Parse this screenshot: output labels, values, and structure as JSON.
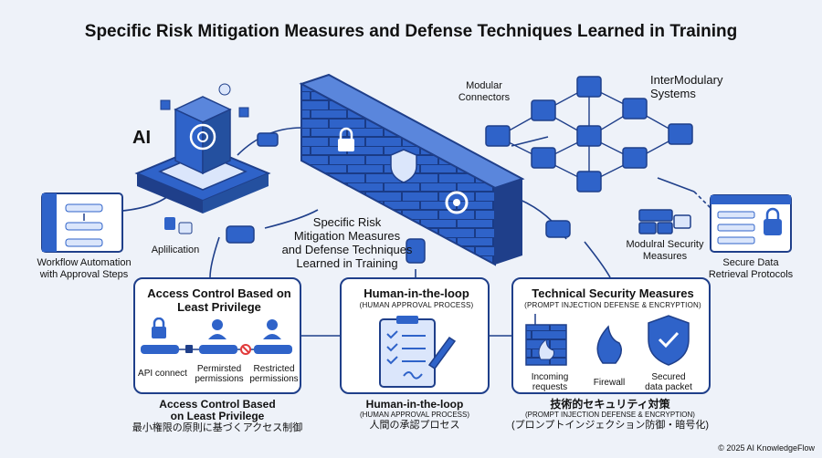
{
  "title": "Specific Risk Mitigation Measures and Defense Techniques Learned in Training",
  "ai_label": "AI",
  "workflow_label": [
    "Workflow Automation",
    "with Approval Steps"
  ],
  "application_label": "Aplilication",
  "center_label": [
    "Specific Risk",
    "Mitigation Measures",
    "and Defense Techniques",
    "Learned in Training"
  ],
  "modular_connectors": [
    "Modular",
    "Connectors"
  ],
  "intermodulary": [
    "InterModulary",
    "Systems"
  ],
  "security_measures": [
    "Modulral Security",
    "Measures"
  ],
  "secure_data": [
    "Secure Data",
    "Retrieval Protocols"
  ],
  "panels": {
    "access": {
      "title": [
        "Access Control Based on",
        "Least Privilege"
      ],
      "items": [
        "API connect",
        "Permirsted permissions",
        "Restricted permissions"
      ],
      "footer": [
        "Access Control Based",
        "on Least Privilege"
      ],
      "footer_jp": "最小権限の原則に基づくアクセス制御"
    },
    "human": {
      "title": "Human-in-the-loop",
      "subtitle": "(HUMAN APPROVAL PROCESS)",
      "footer": "Human-in-the-loop",
      "footer_sub": "(HUMAN APPROVAL PROCESS)",
      "footer_jp": "人間の承認プロセス"
    },
    "technical": {
      "title": "Technical Security Measures",
      "subtitle": "(PROMPT INJECTION DEFENSE & ENCRYPTION)",
      "items": [
        "Incoming requests",
        "Firewall",
        "Secured data packet"
      ],
      "footer_jp": "技術的セキュリティ対策",
      "footer_sub": "(PROMPT INJECTION DEFENSE & ENCRYPTION)",
      "footer_jp2": "(プロンプトインジェクション防御・暗号化)"
    }
  },
  "copyright": "© 2025 AI KnowledgeFlow",
  "colors": {
    "primary": "#2f63c9",
    "dark": "#1f3f8a",
    "light": "#dbe6fb",
    "alert": "#e23b3b"
  }
}
